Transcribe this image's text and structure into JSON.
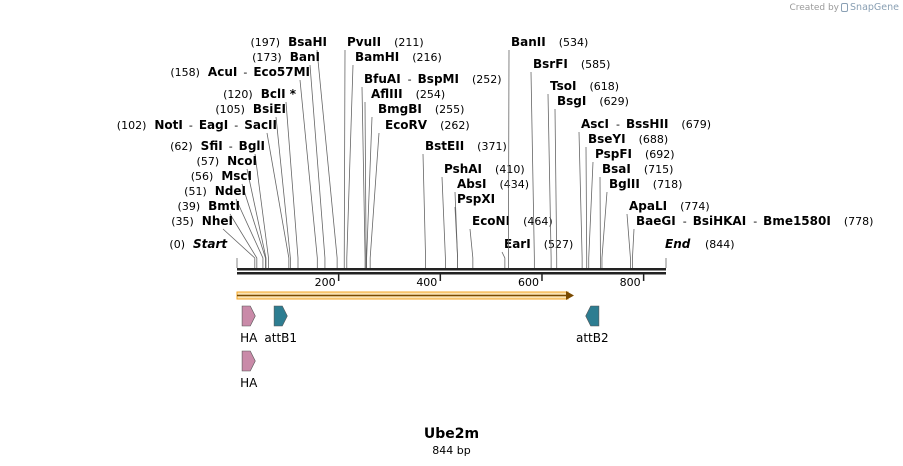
{
  "credit": {
    "prefix": "Created by",
    "brand": "SnapGene"
  },
  "title": "Ube2m",
  "subtitle": "844 bp",
  "map": {
    "length": 844,
    "ticks": [
      "200",
      "400",
      "600",
      "800"
    ],
    "tick_values": [
      200,
      400,
      600,
      800
    ],
    "termini": [
      {
        "name": "Start",
        "pos": "(0)",
        "value": 0
      },
      {
        "name": "End",
        "pos": "(844)",
        "value": 844
      }
    ],
    "enzymes_left": [
      {
        "names": [
          "BsaHI"
        ],
        "pos": "(197)",
        "value": 197
      },
      {
        "names": [
          "BanI"
        ],
        "pos": "(173)",
        "value": 173
      },
      {
        "names": [
          "AcuI",
          "Eco57MI"
        ],
        "pos": "(158)",
        "value": 158
      },
      {
        "names": [
          "BclI *"
        ],
        "pos": "(120)",
        "value": 120
      },
      {
        "names": [
          "BsiEI"
        ],
        "pos": "(105)",
        "value": 105
      },
      {
        "names": [
          "NotI",
          "EagI",
          "SacII"
        ],
        "pos": "(102)",
        "value": 102
      },
      {
        "names": [
          "SfiI",
          "BglI"
        ],
        "pos": "(62)",
        "value": 62
      },
      {
        "names": [
          "NcoI"
        ],
        "pos": "(57)",
        "value": 57
      },
      {
        "names": [
          "MscI"
        ],
        "pos": "(56)",
        "value": 56
      },
      {
        "names": [
          "NdeI"
        ],
        "pos": "(51)",
        "value": 51
      },
      {
        "names": [
          "BmtI"
        ],
        "pos": "(39)",
        "value": 39
      },
      {
        "names": [
          "NheI"
        ],
        "pos": "(35)",
        "value": 35
      }
    ],
    "enzymes_right": [
      {
        "names": [
          "PvuII"
        ],
        "pos": "(211)",
        "value": 211
      },
      {
        "names": [
          "BamHI"
        ],
        "pos": "(216)",
        "value": 216
      },
      {
        "names": [
          "BfuAI",
          "BspMI"
        ],
        "pos": "(252)",
        "value": 252
      },
      {
        "names": [
          "AflIII"
        ],
        "pos": "(254)",
        "value": 254
      },
      {
        "names": [
          "BmgBI"
        ],
        "pos": "(255)",
        "value": 255
      },
      {
        "names": [
          "EcoRV"
        ],
        "pos": "(262)",
        "value": 262
      },
      {
        "names": [
          "BstEII"
        ],
        "pos": "(371)",
        "value": 371
      },
      {
        "names": [
          "PshAI"
        ],
        "pos": "(410)",
        "value": 410
      },
      {
        "names": [
          "AbsI"
        ],
        "pos": "(434)",
        "value": 434
      },
      {
        "names": [
          "PspXI"
        ],
        "pos": "",
        "value": 434
      },
      {
        "names": [
          "EcoNI"
        ],
        "pos": "(464)",
        "value": 464
      },
      {
        "names": [
          "EarI"
        ],
        "pos": "(527)",
        "value": 527
      },
      {
        "names": [
          "BanII"
        ],
        "pos": "(534)",
        "value": 534
      },
      {
        "names": [
          "BsrFI"
        ],
        "pos": "(585)",
        "value": 585
      },
      {
        "names": [
          "TsoI"
        ],
        "pos": "(618)",
        "value": 618
      },
      {
        "names": [
          "BsgI"
        ],
        "pos": "(629)",
        "value": 629
      },
      {
        "names": [
          "AscI",
          "BssHII"
        ],
        "pos": "(679)",
        "value": 679
      },
      {
        "names": [
          "BseYI"
        ],
        "pos": "(688)",
        "value": 688
      },
      {
        "names": [
          "PspFI"
        ],
        "pos": "(692)",
        "value": 692
      },
      {
        "names": [
          "BsaI"
        ],
        "pos": "(715)",
        "value": 715
      },
      {
        "names": [
          "BglII"
        ],
        "pos": "(718)",
        "value": 718
      },
      {
        "names": [
          "ApaLI"
        ],
        "pos": "(774)",
        "value": 774
      },
      {
        "names": [
          "BaeGI",
          "BsiHKAI",
          "Bme1580I"
        ],
        "pos": "(778)",
        "value": 778
      }
    ],
    "orf": {
      "start": 0,
      "end": 663,
      "color": "#f5a623"
    },
    "features": [
      {
        "label": "HA",
        "start": 10,
        "end": 36,
        "row": 0,
        "direction": "forward",
        "color": "#c98aa8"
      },
      {
        "label": "attB1",
        "start": 73,
        "end": 99,
        "row": 0,
        "direction": "forward",
        "color": "#2d7d91"
      },
      {
        "label": "attB2",
        "start": 686,
        "end": 712,
        "row": 0,
        "direction": "reverse",
        "color": "#2d7d91"
      },
      {
        "label": "HA",
        "start": 10,
        "end": 36,
        "row": 1,
        "direction": "forward",
        "color": "#c98aa8"
      }
    ]
  }
}
